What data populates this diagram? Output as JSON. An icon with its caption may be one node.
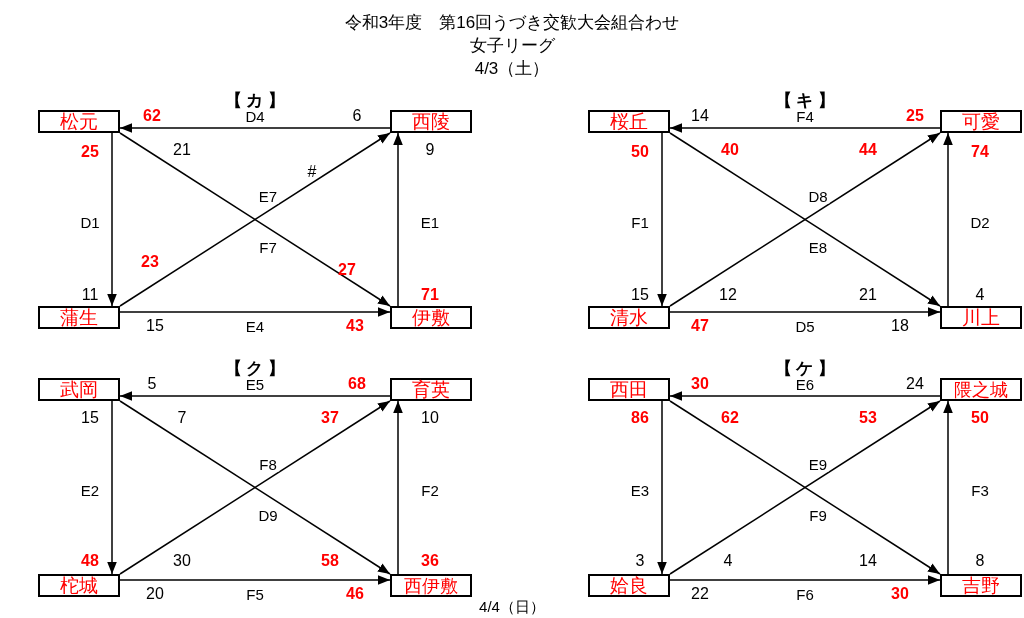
{
  "diagram": {
    "title": "令和3年度　第16回うづき交歓大会組合わせ",
    "nodes": [
      {
        "text": [
          "松元"
        ]
      },
      {
        "text": [
          "西陵"
        ]
      },
      {
        "text": [
          "蒲生"
        ]
      },
      {
        "text": [
          "伊敷"
        ]
      },
      {
        "text": [
          "桜丘"
        ]
      },
      {
        "text": [
          "可愛"
        ]
      },
      {
        "text": [
          "清水"
        ]
      },
      {
        "text": [
          "川上"
        ]
      },
      {
        "text": [
          "武岡"
        ]
      },
      {
        "text": [
          "育英"
        ]
      },
      {
        "text": [
          "柁城"
        ]
      },
      {
        "text": [
          "西伊敷"
        ]
      },
      {
        "text": [
          "西田"
        ]
      },
      {
        "text": [
          "隈之城"
        ]
      },
      {
        "text": [
          "姶良"
        ]
      },
      {
        "text": [
          "吉野"
        ]
      }
    ],
    "edges": [
      {
        "from": 1,
        "to": 0,
        "arrow": "to",
        "label": "D4"
      },
      {
        "from": 0,
        "to": 2,
        "arrow": "to",
        "label": "D1"
      },
      {
        "from": 3,
        "to": 1,
        "arrow": "to",
        "label": "E1"
      },
      {
        "from": 2,
        "to": 3,
        "arrow": "to",
        "label": "E4"
      },
      {
        "from": 2,
        "to": 1,
        "arrow": "to",
        "label": "E7"
      },
      {
        "from": 0,
        "to": 3,
        "arrow": "to",
        "label": "F7"
      },
      {
        "from": 5,
        "to": 4,
        "arrow": "to",
        "label": "F4"
      },
      {
        "from": 4,
        "to": 6,
        "arrow": "to",
        "label": "F1"
      },
      {
        "from": 7,
        "to": 5,
        "arrow": "to",
        "label": "D2"
      },
      {
        "from": 6,
        "to": 7,
        "arrow": "to",
        "label": "D5"
      },
      {
        "from": 6,
        "to": 5,
        "arrow": "to",
        "label": "D8"
      },
      {
        "from": 4,
        "to": 7,
        "arrow": "to",
        "label": "E8"
      },
      {
        "from": 9,
        "to": 8,
        "arrow": "to",
        "label": "E5"
      },
      {
        "from": 8,
        "to": 10,
        "arrow": "to",
        "label": "E2"
      },
      {
        "from": 11,
        "to": 9,
        "arrow": "to",
        "label": "F2"
      },
      {
        "from": 10,
        "to": 11,
        "arrow": "to",
        "label": "F5"
      },
      {
        "from": 10,
        "to": 9,
        "arrow": "to",
        "label": "F8"
      },
      {
        "from": 8,
        "to": 11,
        "arrow": "to",
        "label": "D9"
      },
      {
        "from": 13,
        "to": 12,
        "arrow": "to",
        "label": "E6"
      },
      {
        "from": 12,
        "to": 14,
        "arrow": "to",
        "label": "E3"
      },
      {
        "from": 15,
        "to": 13,
        "arrow": "to",
        "label": "F3"
      },
      {
        "from": 14,
        "to": 15,
        "arrow": "to",
        "label": "F6"
      },
      {
        "from": 14,
        "to": 13,
        "arrow": "to",
        "label": "E9"
      },
      {
        "from": 12,
        "to": 15,
        "arrow": "to",
        "label": "F9"
      }
    ],
    "labels": [
      "女子リーグ",
      "4/3（土）",
      "【 カ 】",
      "【 キ 】",
      "62",
      "6",
      "25",
      "21",
      "9",
      "#",
      "23",
      "27",
      "11",
      "71",
      "15",
      "43",
      "14",
      "25",
      "50",
      "40",
      "44",
      "74",
      "15",
      "12",
      "21",
      "4",
      "47",
      "18",
      "【 ク 】",
      "【 ケ 】",
      "5",
      "68",
      "15",
      "7",
      "37",
      "10",
      "48",
      "30",
      "58",
      "36",
      "20",
      "46",
      "30",
      "24",
      "86",
      "62",
      "53",
      "50",
      "3",
      "4",
      "14",
      "8",
      "22",
      "30",
      "4/4（日）"
    ]
  }
}
